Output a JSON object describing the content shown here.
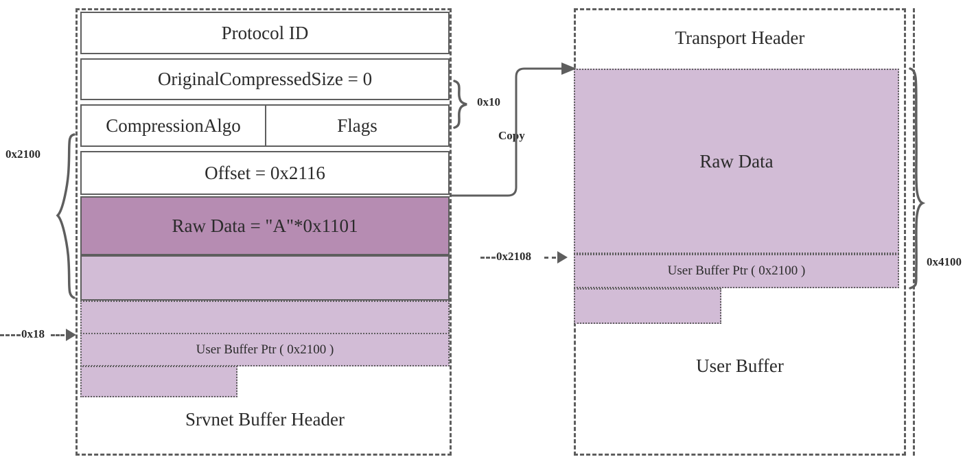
{
  "diagram": {
    "title": "SMBGhost srvnet buffer / user buffer memory layout",
    "colors": {
      "raw_data_fill": "#b68cb2",
      "user_buffer_fill": "#d2bcd6",
      "stroke": "#5e5e5e",
      "text": "#2b2b2b",
      "background": "#ffffff"
    }
  },
  "left_panel": {
    "container_label": "Srvnet Buffer Header",
    "header_rows": [
      {
        "id": "protocol-id",
        "label": "Protocol ID"
      },
      {
        "id": "original-compressed-size",
        "label": "OriginalCompressedSize = 0"
      },
      {
        "id": "compression-algo",
        "label": "CompressionAlgo"
      },
      {
        "id": "flags",
        "label": "Flags"
      },
      {
        "id": "offset",
        "label": "Offset = 0x2116"
      }
    ],
    "raw_data_block": "Raw  Data = \"A\"*0x1101",
    "user_buffer_ptr_block": "User Buffer Ptr ( 0x2100 )",
    "brace_label": "0x2100",
    "offset_arrow_label": "0x18"
  },
  "middle": {
    "brace_label": "0x10",
    "copy_label": "Copy"
  },
  "right_panel": {
    "container_top_label": "Transport Header",
    "container_bottom_label": "User Buffer",
    "raw_data_block": "Raw  Data",
    "user_buffer_ptr_block": "User Buffer Ptr ( 0x2100 )",
    "brace_label": "0x4100",
    "offset_arrow_label": "0x2108"
  }
}
